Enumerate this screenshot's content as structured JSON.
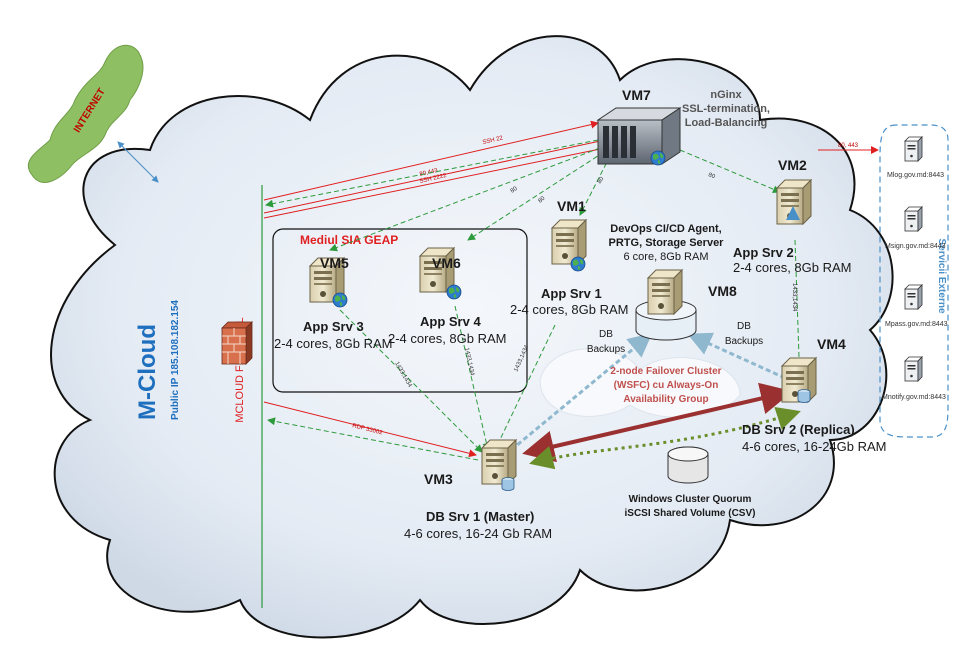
{
  "internet": {
    "label": "INTERNET"
  },
  "cloud": {
    "title": "M-Cloud",
    "public_ip": "Public IP 185.108.182.154",
    "firewall": "MCLOUD FIREWALL"
  },
  "group": {
    "title": "Mediul SIA GEAP"
  },
  "nginx": {
    "line1": "nGinx",
    "line2": "SSL-termination,",
    "line3": "Load-Balancing"
  },
  "vms": {
    "vm7": {
      "name": "VM7"
    },
    "vm2": {
      "name": "VM2",
      "role": "App Srv 2",
      "spec": "2-4 cores, 8Gb RAM"
    },
    "vm1": {
      "name": "VM1",
      "role": "App Srv 1",
      "spec": "2-4 cores, 8Gb RAM"
    },
    "vm5": {
      "name": "VM5",
      "role": "App Srv 3",
      "spec": "2-4 cores, 8Gb RAM"
    },
    "vm6": {
      "name": "VM6",
      "role": "App Srv 4",
      "spec": "2-4 cores, 8Gb RAM"
    },
    "vm8": {
      "name": "VM8",
      "role1": "DevOps CI/CD Agent,",
      "role2": "PRTG, Storage Server",
      "spec": "6 core, 8Gb RAM"
    },
    "vm4": {
      "name": "VM4",
      "role": "DB Srv 2 (Replica)",
      "spec": "4-6 cores, 16-24Gb RAM"
    },
    "vm3": {
      "name": "VM3",
      "role": "DB Srv 1 (Master)",
      "spec": "4-6 cores, 16-24 Gb RAM"
    }
  },
  "backups": {
    "left1": "DB",
    "left2": "Backups",
    "right1": "DB",
    "right2": "Backups"
  },
  "cluster": {
    "line1": "2-node Failover Cluster",
    "line2": "(WSFC) cu Always-On",
    "line3": "Availability Group"
  },
  "quorum": {
    "line1": "Windows Cluster Quorum",
    "line2": "iSCSI Shared Volume (CSV)"
  },
  "ports": {
    "ssh22": "SSH 22",
    "p80443": "80,443",
    "ssh2222": "SSH 2222",
    "rdp": "RDP 33002",
    "ext": "80, 443",
    "p80a": "80",
    "p80b": "80",
    "p80c": "80",
    "p80d": "80",
    "sql1": "1433,1434",
    "sql2": "1433,1434",
    "sql3": "1433,1434",
    "sql4": "1433,1434"
  },
  "external": {
    "title": "Servicii Externe",
    "items": [
      "Mlog.gov.md:8443",
      "Msign.gov.md:8443",
      "Mpass.gov.md:8443",
      "Mnotify.gov.md:8443"
    ]
  }
}
